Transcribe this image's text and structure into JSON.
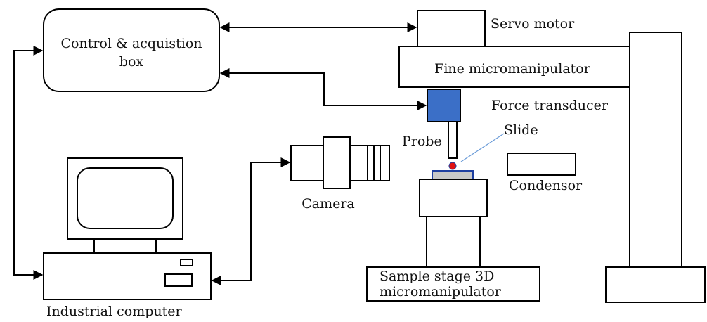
{
  "labels": {
    "control_box_line1": "Control & acquistion",
    "control_box_line2": "box",
    "servo_motor": "Servo motor",
    "fine_micromanipulator": "Fine micromanipulator",
    "force_transducer": "Force transducer",
    "slide": "Slide",
    "probe": "Probe",
    "condensor": "Condensor",
    "camera": "Camera",
    "sample_stage_line1": "Sample stage 3D",
    "sample_stage_line2": "micromanipulator",
    "industrial_computer": "Industrial computer"
  },
  "colors": {
    "force_transducer_fill": "#3b6fc7",
    "slide_fill": "#c8c8c8",
    "slide_border": "#1e3fa0",
    "sample_dot": "#e01010",
    "slide_pointer": "#6a9bd8",
    "line": "#000000"
  }
}
